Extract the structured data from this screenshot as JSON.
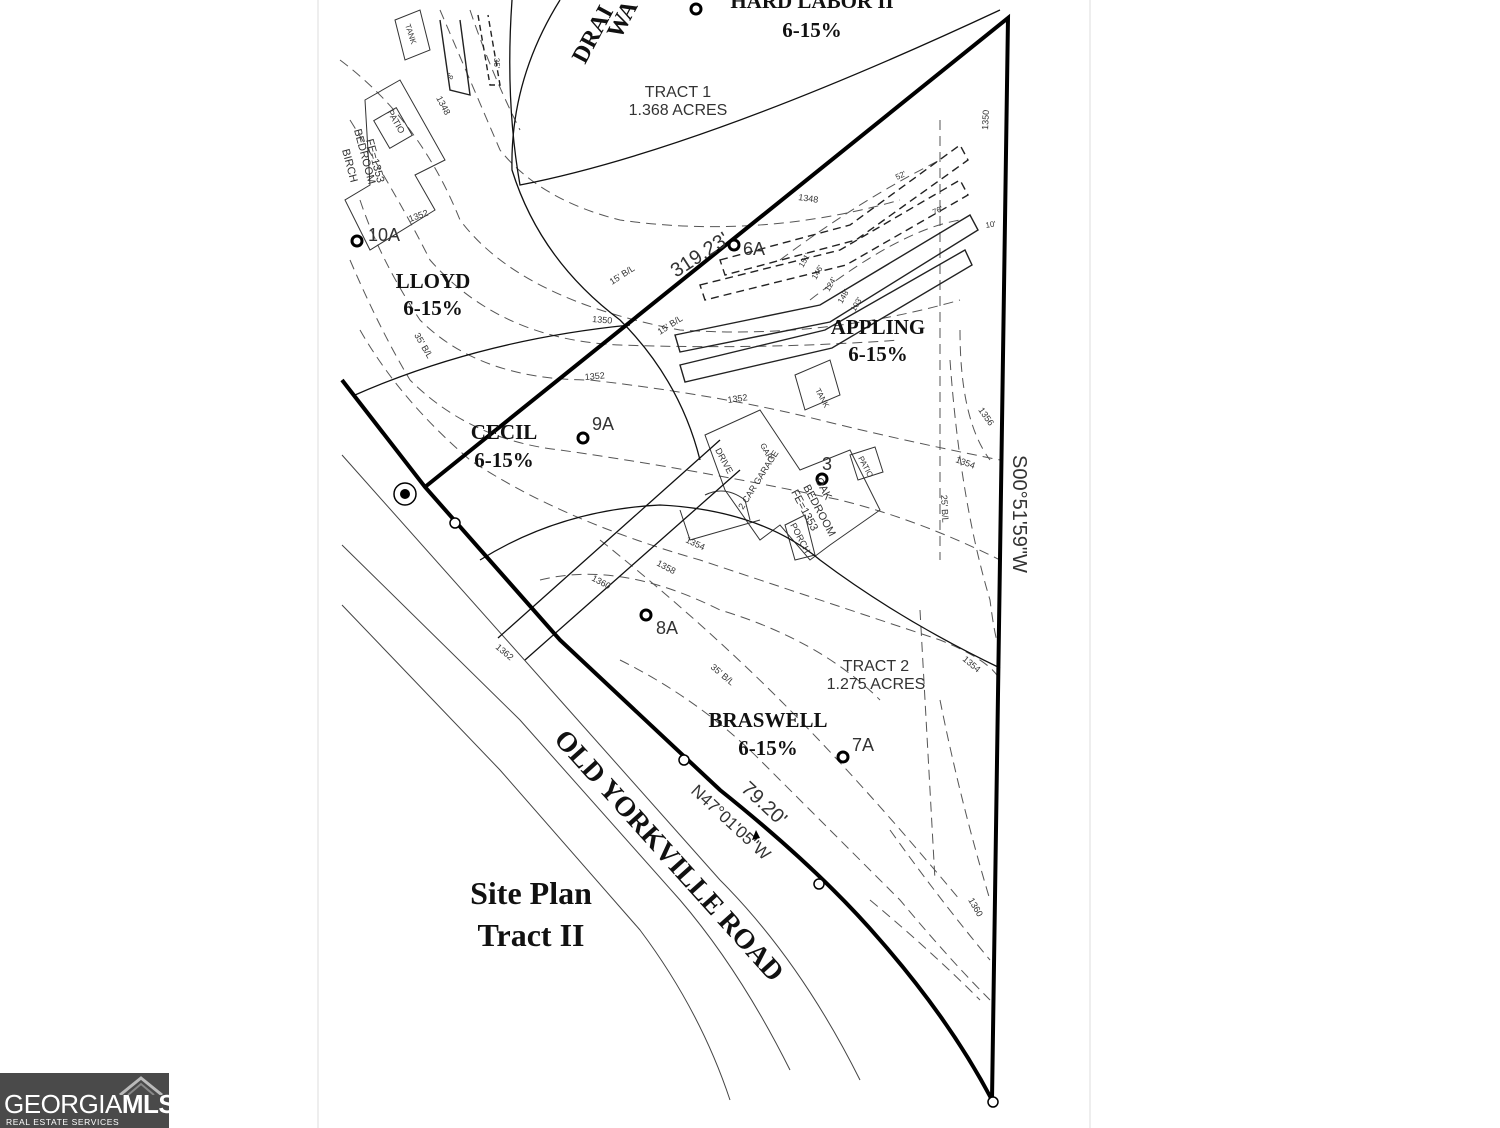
{
  "labels": {
    "hard_labor": "HARD LABOR II",
    "hard_labor_slope": "6-15%",
    "drainage": "DRAI",
    "drainage2": "WA",
    "tract1_title": "TRACT 1",
    "tract1_acres": "1.368 ACRES",
    "tract2_title": "TRACT 2",
    "tract2_acres": "1.275 ACRES",
    "lloyd": "LLOYD",
    "lloyd_slope": "6-15%",
    "appling": "APPLING",
    "appling_slope": "6-15%",
    "cecil": "CECIL",
    "cecil_slope": "6-15%",
    "braswell": "BRASWELL",
    "braswell_slope": "6-15%",
    "road": "OLD YORKVILLE ROAD",
    "bearing_east": "S00°51'59\"W",
    "bearing_road": "N47°01'05\"W",
    "dist_north": "319.23'",
    "dist_road": "79.20'",
    "site_plan_1": "Site Plan",
    "site_plan_2": "Tract II"
  },
  "test_pits": [
    "10A",
    "6A",
    "9A",
    "3",
    "8A",
    "7A"
  ],
  "small_labels": {
    "birch": "BIRCH",
    "birch_bed": "BEDROOM",
    "birch_fe": "FE=1353",
    "patio": "PATIO",
    "tank": "TANK",
    "oak": "OAK",
    "oak_bed": "BEDROOM",
    "oak_fe": "FE=1353",
    "garage": "2 CAR GARAGE",
    "drive": "DRIVE",
    "porch": "PORCH",
    "patio2": "PATIO",
    "tank2": "TANK",
    "gar_small": "GAR",
    "ba_15a": "15' B/L",
    "ba_15b": "15' B/L",
    "ba_35a": "35' B/L",
    "ba_35b": "35' B/L",
    "ba_25": "25' B/L"
  },
  "contours": [
    "1348",
    "1350",
    "1352",
    "1352",
    "1352",
    "1350",
    "1354",
    "1356",
    "1360",
    "1358",
    "1362",
    "1354",
    "1354",
    "1360",
    "1348",
    "1350"
  ],
  "line_lengths": [
    "52'",
    "76'",
    "10'",
    "151'",
    "146'",
    "124'",
    "148'",
    "103'",
    "35'",
    "8'"
  ],
  "logo": {
    "brand_left": "GEORGIA",
    "brand_right": "MLS",
    "tagline": "REAL ESTATE SERVICES"
  },
  "colors": {
    "line": "#111111",
    "contour": "#555555",
    "logo_bg": "#4a4a4a"
  }
}
